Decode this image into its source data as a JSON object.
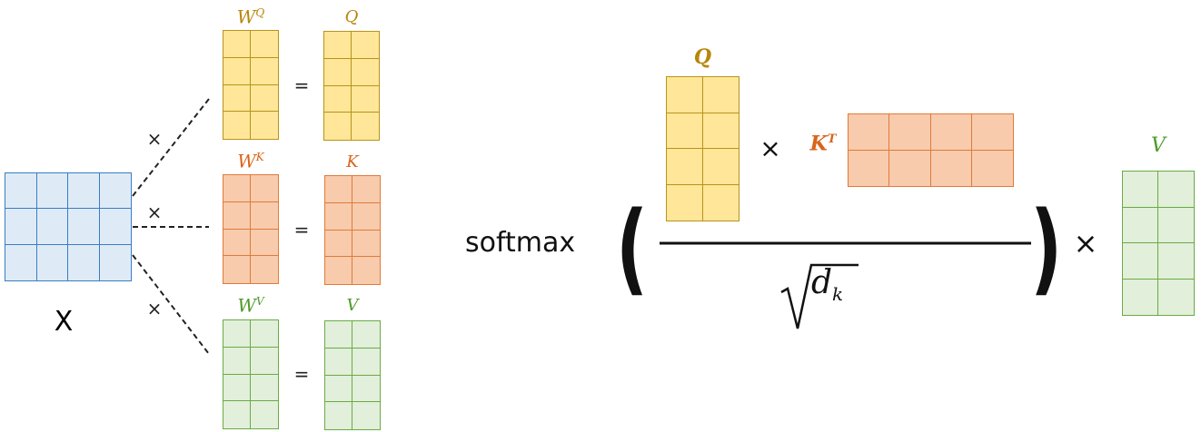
{
  "colors": {
    "blue": {
      "fill": "#deebf7",
      "line": "#3a7dbf"
    },
    "yellow": {
      "fill": "#ffe699",
      "line": "#b8931a"
    },
    "orange": {
      "fill": "#f8cbad",
      "line": "#e07b39"
    },
    "green": {
      "fill": "#e2efda",
      "line": "#6aab45"
    },
    "yellow_text": "#b8860b",
    "orange_text": "#d9651c",
    "green_text": "#4e9a2a"
  },
  "left": {
    "input_label": "X",
    "multiply_sign": "×",
    "equals_sign": "=",
    "weights": [
      {
        "base": "W",
        "sup": "Q"
      },
      {
        "base": "W",
        "sup": "K"
      },
      {
        "base": "W",
        "sup": "V"
      }
    ],
    "outputs": [
      "Q",
      "K",
      "V"
    ]
  },
  "formula": {
    "function": "softmax",
    "open_paren": "(",
    "close_paren": ")",
    "numerator_left": "Q",
    "times": "×",
    "numerator_right": {
      "base": "K",
      "sup": "T"
    },
    "denominator": {
      "radical": "√",
      "base": "d",
      "sub": "k"
    },
    "value_label": "V"
  }
}
